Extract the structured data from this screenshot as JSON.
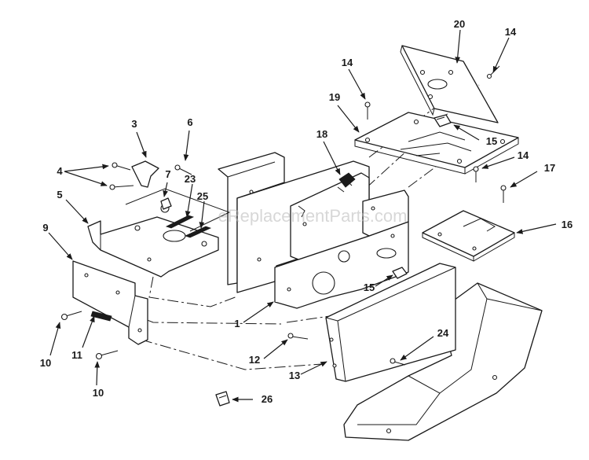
{
  "watermark": "eReplacementParts.com",
  "callouts": {
    "c1": "1",
    "c3": "3",
    "c4": "4",
    "c5": "5",
    "c6": "6",
    "c7": "7",
    "c9": "9",
    "c10a": "10",
    "c10b": "10",
    "c11": "11",
    "c12": "12",
    "c13": "13",
    "c14a": "14",
    "c14b": "14",
    "c14c": "14",
    "c15a": "15",
    "c15b": "15",
    "c16": "16",
    "c17": "17",
    "c18": "18",
    "c19": "19",
    "c20": "20",
    "c23": "23",
    "c24": "24",
    "c25": "25",
    "c26": "26"
  }
}
